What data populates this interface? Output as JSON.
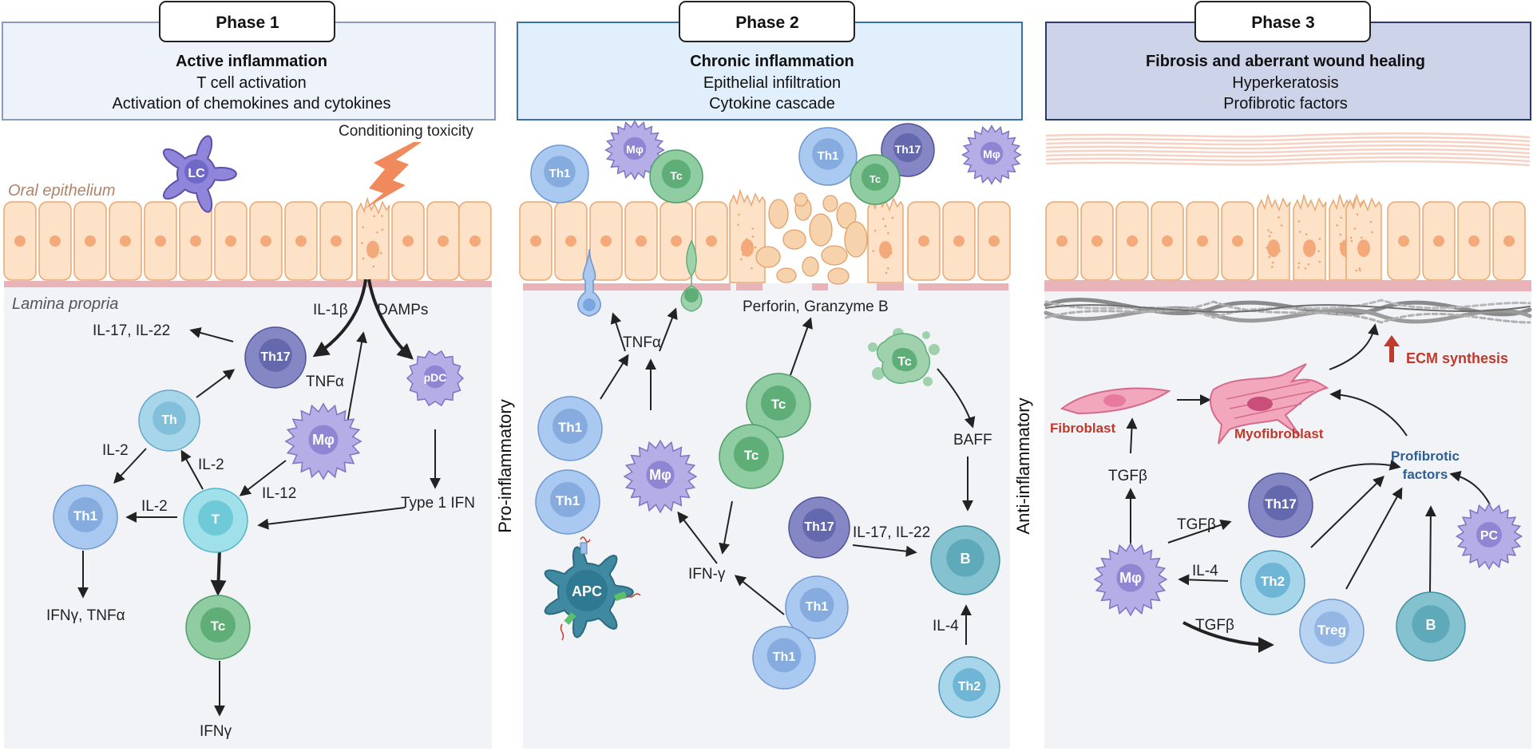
{
  "phases": [
    {
      "tab": "Phase 1",
      "title": "Active inflammation",
      "line1": "T cell activation",
      "line2": "Activation of chemokines and cytokines",
      "header_fill": "#eef2fa",
      "header_stroke": "#8a9bc0"
    },
    {
      "tab": "Phase 2",
      "title": "Chronic inflammation",
      "line1": "Epithelial infiltration",
      "line2": "Cytokine cascade",
      "header_fill": "#e1eefb",
      "header_stroke": "#3a72a8"
    },
    {
      "tab": "Phase 3",
      "title": "Fibrosis and aberrant wound healing",
      "line1": "Hyperkeratosis",
      "line2": "Profibrotic factors",
      "header_fill": "#cdd4ea",
      "header_stroke": "#2a3a6a"
    }
  ],
  "side_labels": {
    "pro": "Pro-inflammatory",
    "anti": "Anti-inflammatory"
  },
  "phase1": {
    "oral_epithelium": "Oral epithelium",
    "lamina_propria": "Lamina propria",
    "conditioning_toxicity": "Conditioning toxicity",
    "il1b": "IL-1β",
    "damps": "DAMPs",
    "tnfa": "TNFα",
    "il17_il22": "IL-17, IL-22",
    "il2_a": "IL-2",
    "il2_b": "IL-2",
    "il2_c": "IL-2",
    "il12": "IL-12",
    "type1_ifn": "Type 1 IFN",
    "ifng_tnfa": "IFNγ, TNFα",
    "ifng": "IFNγ",
    "cells": {
      "lc": "LC",
      "th17": "Th17",
      "th": "Th",
      "mphi": "Mφ",
      "pdc": "pDC",
      "th1": "Th1",
      "t": "T",
      "tc": "Tc"
    }
  },
  "phase2": {
    "tnfa": "TNFα",
    "perforin": "Perforin, Granzyme B",
    "baff": "BAFF",
    "ifng": "IFN-γ",
    "il17_il22": "IL-17, IL-22",
    "il4": "IL-4",
    "cells": {
      "th1": "Th1",
      "mphi": "Mφ",
      "tc": "Tc",
      "th17": "Th17",
      "apc": "APC",
      "b": "B",
      "th2": "Th2"
    }
  },
  "phase3": {
    "ecm": "ECM synthesis",
    "fibroblast": "Fibroblast",
    "myofibroblast": "Myofibroblast",
    "profibrotic1": "Profibrotic",
    "profibrotic2": "factors",
    "tgfb_a": "TGFβ",
    "tgfb_b": "TGFβ",
    "tgfb_c": "TGFβ",
    "il4": "IL-4",
    "cells": {
      "mphi": "Mφ",
      "th17": "Th17",
      "th2": "Th2",
      "treg": "Treg",
      "b": "B",
      "pc": "PC"
    }
  },
  "colors": {
    "epithelium_cell": "#fde2c8",
    "epithelium_stroke": "#e8a874",
    "nucleus": "#f4a97a",
    "basement": "#e8b4ba",
    "lamina": "#f2f3f6",
    "th1": "#a9c8f0",
    "tc": "#7fc397",
    "th17": "#6f70b5",
    "mphi": "#b5aee6",
    "b": "#6fb7c8",
    "red_label": "#c0392b",
    "blue_label": "#2d5f97",
    "lightning": "#f08a5d"
  }
}
